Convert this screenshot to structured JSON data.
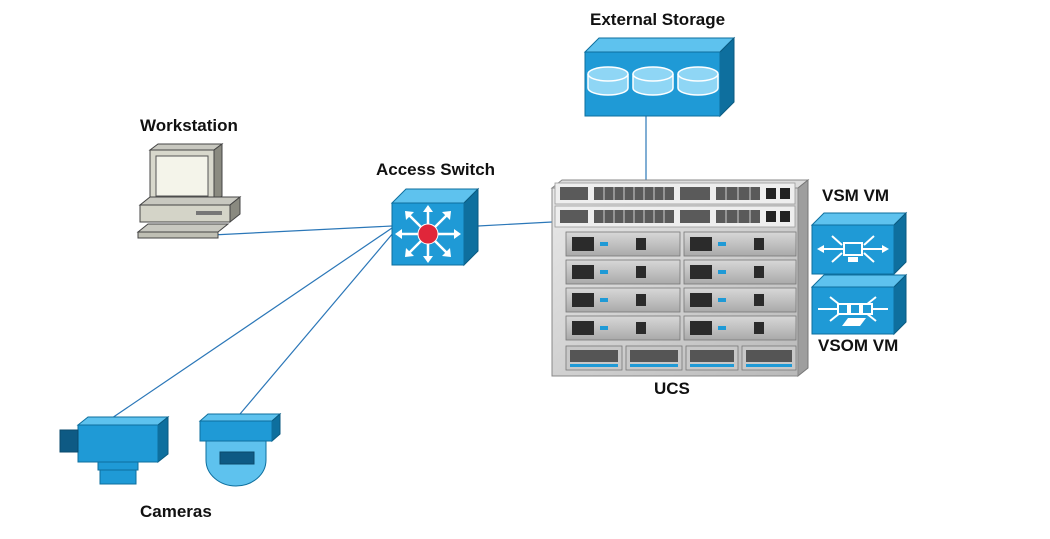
{
  "labels": {
    "external_storage": "External Storage",
    "workstation": "Workstation",
    "access_switch": "Access Switch",
    "vsm_vm": "VSM VM",
    "vsom_vm": "VSOM VM",
    "ucs": "UCS",
    "cameras": "Cameras"
  },
  "colors": {
    "cisco_blue": "#1f9ad6",
    "cisco_blue_dark": "#0e6f9e",
    "cisco_blue_light": "#5ec2ee",
    "link_line": "#2b77b8",
    "switch_center": "#e0263a"
  }
}
